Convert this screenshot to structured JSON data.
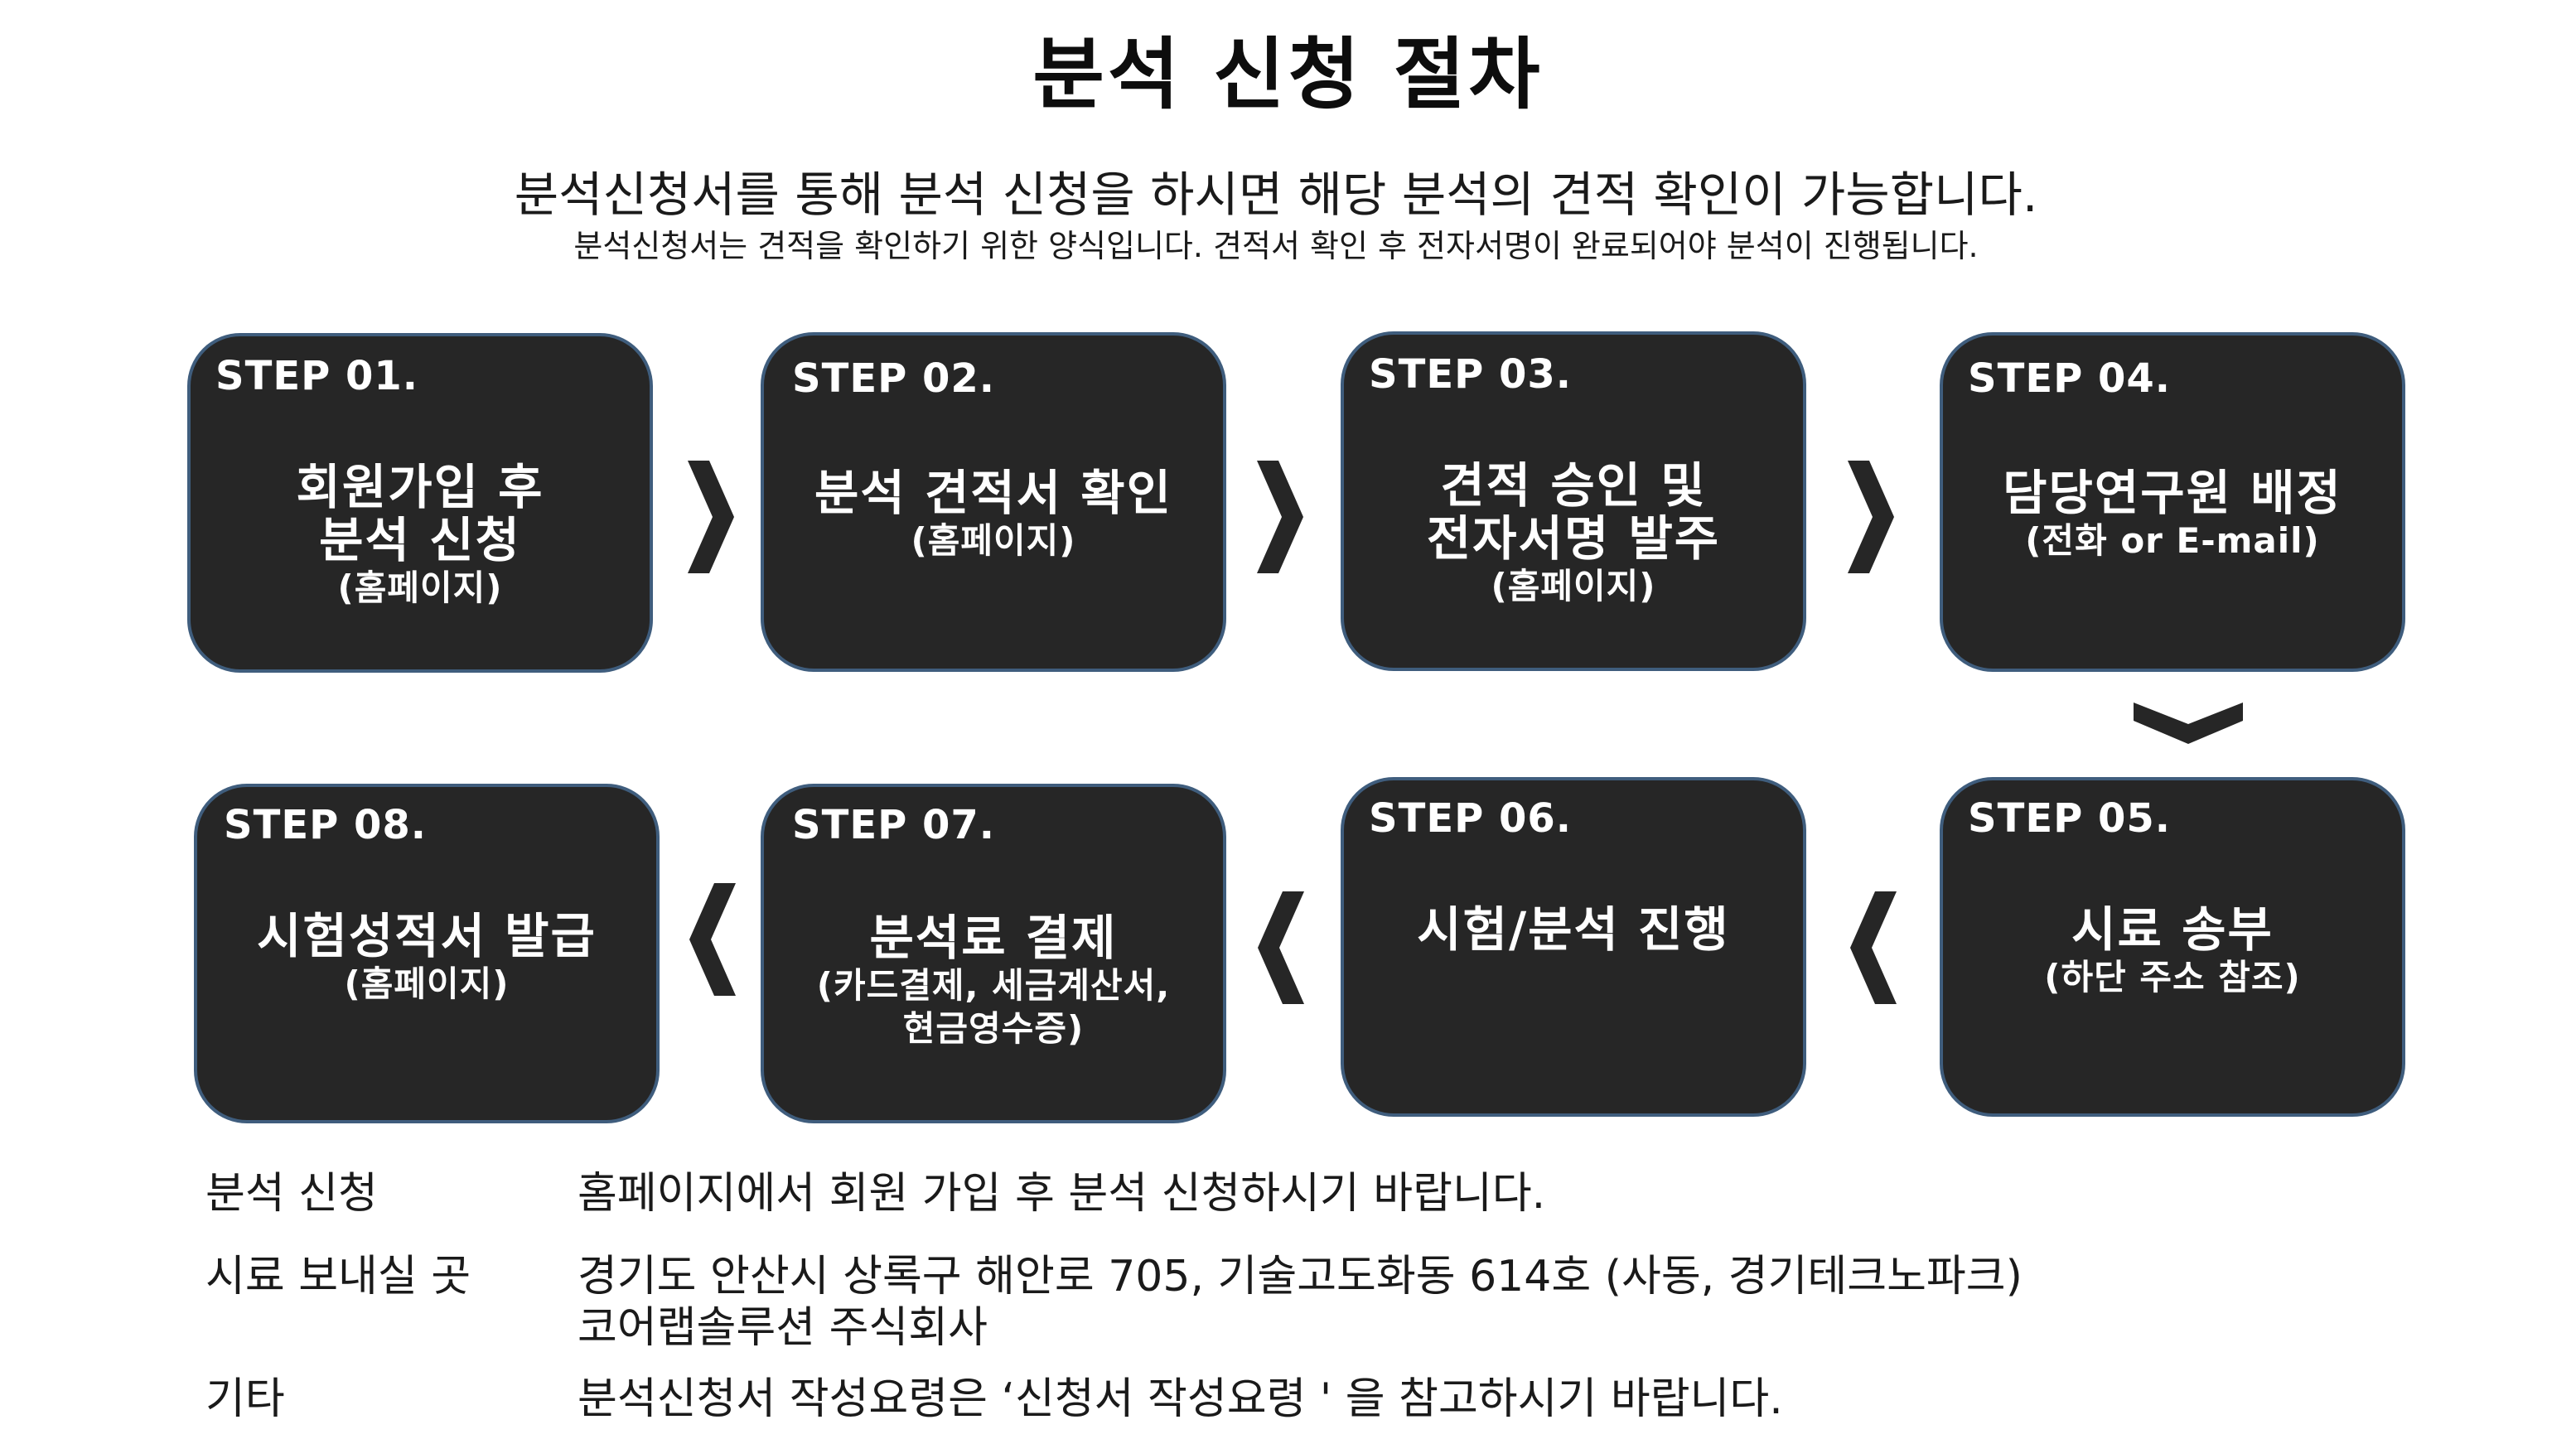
{
  "title": "분석 신청 절차",
  "subtitle": "분석신청서를 통해 분석 신청을 하시면 해당 분석의 견적 확인이 가능합니다.",
  "subnote": "분석신청서는 견적을 확인하기 위한 양식입니다. 견적서 확인 후 전자서명이 완료되어야 분석이 진행됩니다.",
  "steps": [
    {
      "label": "STEP 01.",
      "main1": "회원가입 후",
      "main2": "분석 신청",
      "sub1": "(홈페이지)",
      "sub2": ""
    },
    {
      "label": "STEP 02.",
      "main1": "분석 견적서 확인",
      "main2": "",
      "sub1": "(홈페이지)",
      "sub2": ""
    },
    {
      "label": "STEP 03.",
      "main1": "견적 승인 및",
      "main2": "전자서명 발주",
      "sub1": "(홈페이지)",
      "sub2": ""
    },
    {
      "label": "STEP 04.",
      "main1": "담당연구원 배정",
      "main2": "",
      "sub1": "(전화 or E-mail)",
      "sub2": ""
    },
    {
      "label": "STEP 05.",
      "main1": "시료 송부",
      "main2": "",
      "sub1": "(하단 주소 참조)",
      "sub2": ""
    },
    {
      "label": "STEP 06.",
      "main1": "시험/분석 진행",
      "main2": "",
      "sub1": "",
      "sub2": ""
    },
    {
      "label": "STEP 07.",
      "main1": "분석료 결제",
      "main2": "",
      "sub1": "(카드결제, 세금계산서,",
      "sub2": "현금영수증)"
    },
    {
      "label": "STEP 08.",
      "main1": "시험성적서 발급",
      "main2": "",
      "sub1": "(홈페이지)",
      "sub2": ""
    }
  ],
  "info": [
    {
      "label": "분석 신청",
      "line1": "홈페이지에서 회원 가입 후 분석 신청하시기 바랍니다.",
      "line2": ""
    },
    {
      "label": "시료 보내실 곳",
      "line1": "경기도 안산시 상록구 해안로 705, 기술고도화동 614호 (사동, 경기테크노파크)",
      "line2": "코어랩솔루션 주식회사"
    },
    {
      "label": "기타",
      "line1": "분석신청서 작성요령은 ‘신청서 작성요령 ' 을 참고하시기 바랍니다.",
      "line2": ""
    }
  ],
  "colors": {
    "box_fill": "#262626",
    "box_border": "#3f5d7d",
    "arrow": "#262626",
    "text": "#111111"
  },
  "icons": {
    "right_arrow": "chevron-right-icon",
    "left_arrow": "chevron-left-icon",
    "down_arrow": "chevron-down-icon"
  }
}
